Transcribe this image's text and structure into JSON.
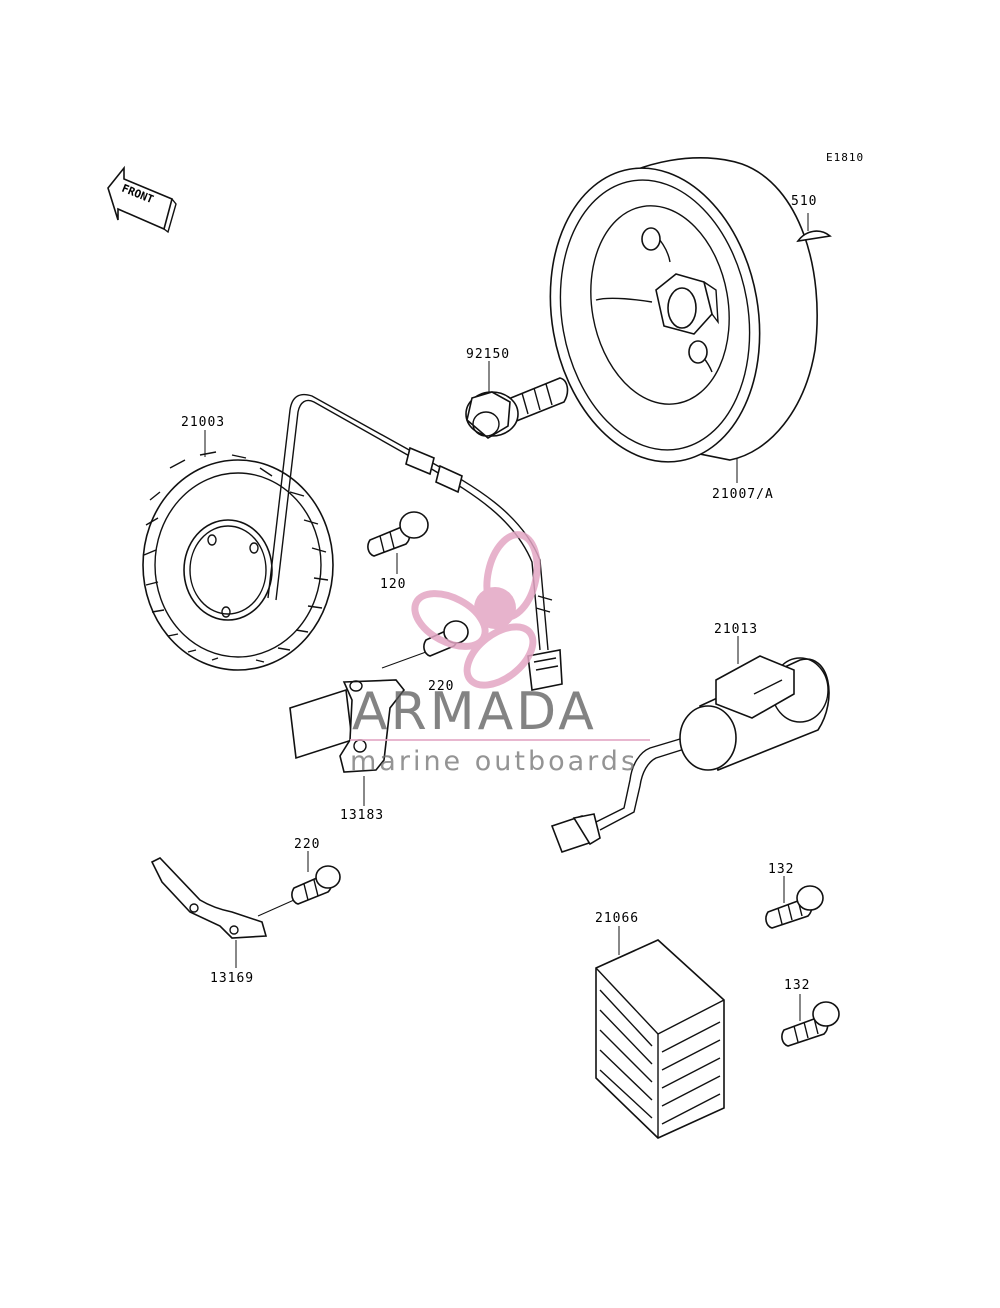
{
  "diagram": {
    "code": "E1810",
    "front_label": "FRONT",
    "parts": [
      {
        "id": "p510",
        "number": "510"
      },
      {
        "id": "p92150",
        "number": "92150"
      },
      {
        "id": "p21003",
        "number": "21003"
      },
      {
        "id": "p21007A",
        "number": "21007/A"
      },
      {
        "id": "p120",
        "number": "120"
      },
      {
        "id": "p220a",
        "number": "220"
      },
      {
        "id": "p21013",
        "number": "21013"
      },
      {
        "id": "p13183",
        "number": "13183"
      },
      {
        "id": "p220b",
        "number": "220"
      },
      {
        "id": "p13169",
        "number": "13169"
      },
      {
        "id": "p132a",
        "number": "132"
      },
      {
        "id": "p21066",
        "number": "21066"
      },
      {
        "id": "p132b",
        "number": "132"
      }
    ]
  },
  "watermark": {
    "brand": "ARMADA",
    "tagline": "marine outboards",
    "accent_color": "#e3a6c4",
    "text_color": "#5a5a5a"
  }
}
